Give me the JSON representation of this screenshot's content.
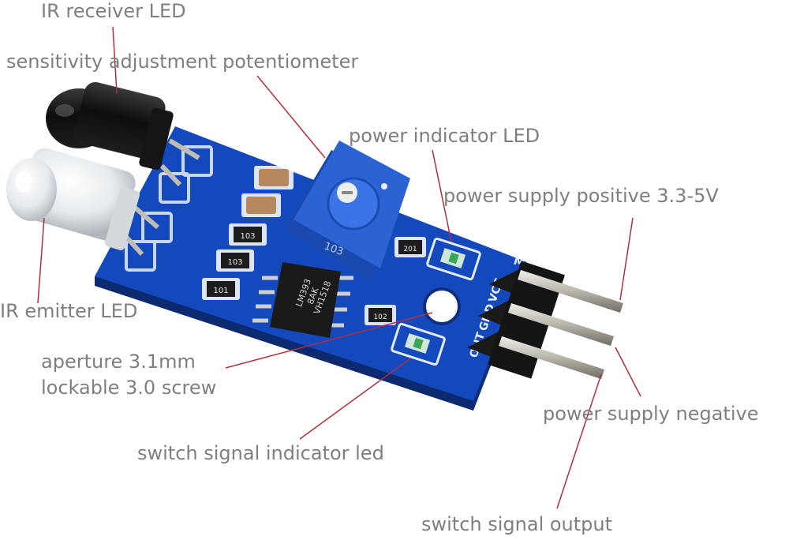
{
  "labels": {
    "ir_receiver": "IR receiver LED",
    "potentiometer": "sensitivity adjustment potentiometer",
    "power_indicator": "power indicator LED",
    "power_positive": "power supply positive 3.3-5V",
    "ir_emitter": "IR emitter LED",
    "aperture_line1": "aperture 3.1mm",
    "aperture_line2": "lockable 3.0 screw",
    "power_negative": "power supply negative",
    "signal_led": "switch signal indicator led",
    "signal_output": "switch signal output"
  },
  "board": {
    "model": "MH-B",
    "pin_labels": [
      "OUT",
      "GND",
      "VCC"
    ],
    "chip_text": [
      "LM393",
      "8AK",
      "VH1518"
    ],
    "resistor_codes": [
      "103",
      "103",
      "101",
      "102",
      "201"
    ],
    "pot_marking": "103"
  },
  "colors": {
    "pcb": "#1246b5",
    "label_text": "#7f7f7f",
    "leader_line": "#b0303a",
    "pot": "#2b63d4"
  }
}
